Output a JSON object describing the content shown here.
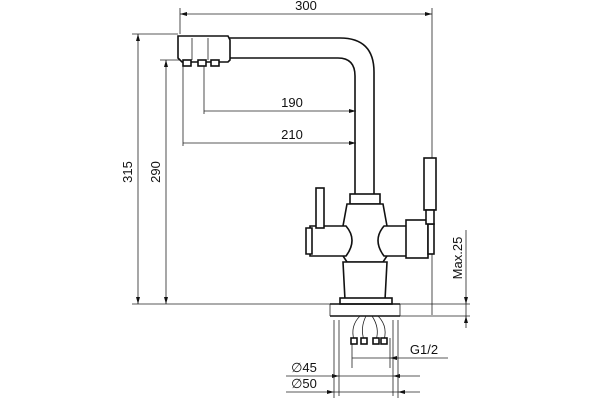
{
  "drawing": {
    "dimensions": {
      "overall_width": "300",
      "reach_190": "190",
      "reach_210": "210",
      "height_315": "315",
      "height_290": "290",
      "max_deck": "Max.25",
      "thread": "G1/2",
      "dia_45": "∅45",
      "dia_50": "∅50"
    }
  }
}
